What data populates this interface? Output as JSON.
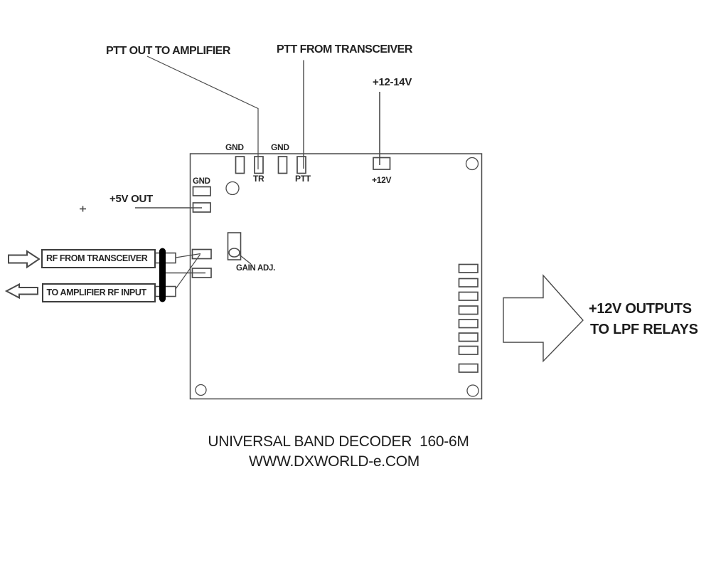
{
  "colors": {
    "line": "#4a4a4a",
    "text": "#1f1f1f",
    "coax_bar": "#000000",
    "background": "#ffffff"
  },
  "labels": {
    "ptt_out": "PTT OUT TO AMPLIFIER",
    "ptt_from": "PTT FROM TRANSCEIVER",
    "supply": "+12-14V",
    "gnd_top_left": "GND",
    "gnd_top_right": "GND",
    "tr": "TR",
    "ptt": "PTT",
    "v12": "+12V",
    "gnd_side": "GND",
    "v5_out": "+5V OUT",
    "gain_adj": "GAIN ADJ.",
    "rf_from": "RF FROM TRANSCEIVER",
    "to_amp": "TO AMPLIFIER RF INPUT",
    "outputs_line1": "+12V OUTPUTS",
    "outputs_line2": "TO LPF RELAYS"
  },
  "caption": {
    "line1": "UNIVERSAL BAND DECODER  160-6M",
    "line2": "WWW.DXWORLD-e.COM"
  }
}
